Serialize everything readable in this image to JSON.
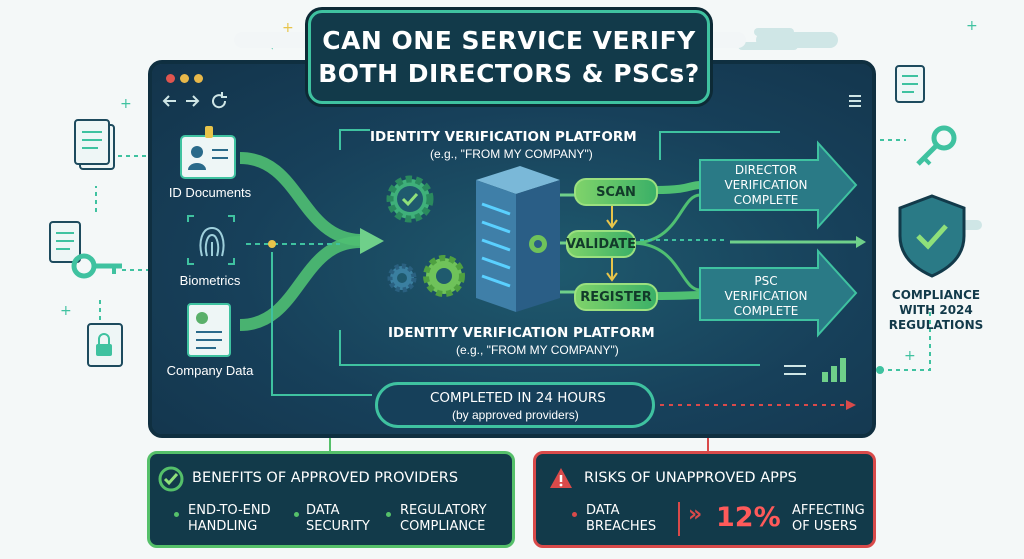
{
  "title": {
    "line1": "CAN ONE SERVICE VERIFY",
    "line2": "BOTH DIRECTORS & PSCs?"
  },
  "inputs": [
    {
      "label": "ID Documents",
      "icon": "id-card-icon"
    },
    {
      "label": "Biometrics",
      "icon": "fingerprint-icon"
    },
    {
      "label": "Company Data",
      "icon": "company-document-icon"
    }
  ],
  "platform": {
    "title_top": "IDENTITY VERIFICATION PLATFORM",
    "subtitle_top": "(e.g., \"FROM MY COMPANY\")",
    "title_bottom": "IDENTITY VERIFICATION PLATFORM",
    "subtitle_bottom": "(e.g., \"FROM MY COMPANY\")"
  },
  "steps": [
    "SCAN",
    "VALIDATE",
    "REGISTER"
  ],
  "outputs": {
    "director": {
      "line1": "DIRECTOR",
      "line2": "VERIFICATION",
      "line3": "COMPLETE"
    },
    "psc": {
      "line1": "PSC",
      "line2": "VERIFICATION",
      "line3": "COMPLETE"
    }
  },
  "compliance": {
    "line1": "COMPLIANCE",
    "line2": "WITH 2024",
    "line3": "REGULATIONS"
  },
  "completed": {
    "main": "COMPLETED IN 24 HOURS",
    "sub": "(by approved providers)"
  },
  "benefits": {
    "title": "BENEFITS OF APPROVED PROVIDERS",
    "items": [
      {
        "line1": "END-TO-END",
        "line2": "HANDLING"
      },
      {
        "line1": "DATA",
        "line2": "SECURITY"
      },
      {
        "line1": "REGULATORY",
        "line2": "COMPLIANCE"
      }
    ]
  },
  "risks": {
    "title": "RISKS OF UNAPPROVED APPS",
    "item": {
      "line1": "DATA",
      "line2": "BREACHES"
    },
    "stat_value": "12%",
    "stat_label": {
      "line1": "AFFECTING",
      "line2": "OF USERS"
    }
  },
  "colors": {
    "navy": "#123a4a",
    "teal": "#3fc2a0",
    "green": "#55c06a",
    "red": "#d94a4a"
  }
}
